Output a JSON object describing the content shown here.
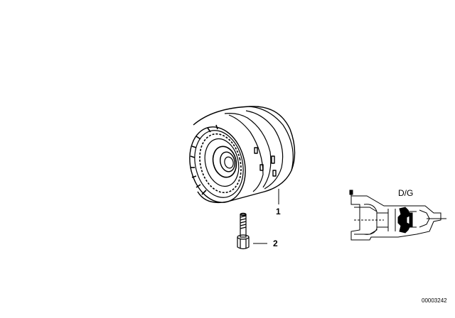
{
  "parts": [
    {
      "number": "1",
      "name": "clutch-pack-drum"
    },
    {
      "number": "2",
      "name": "screw"
    }
  ],
  "inset": {
    "label": "D/G"
  },
  "drawing_number": "00003242"
}
